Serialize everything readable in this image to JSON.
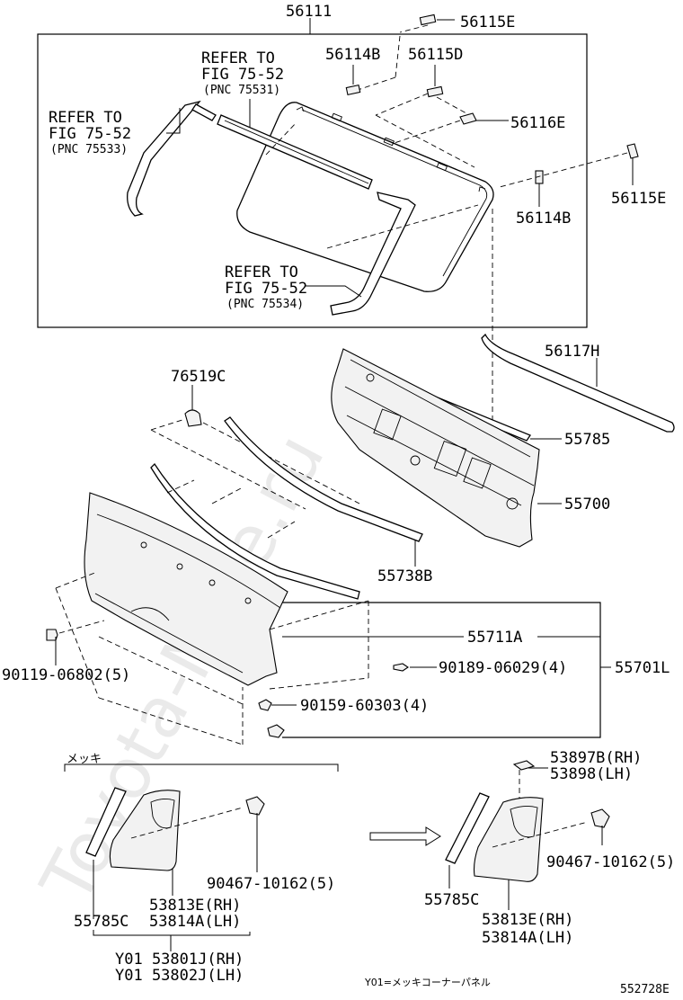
{
  "watermark": "Toyota-Mine.ru",
  "callouts": [
    {
      "id": "56111",
      "lines": [
        "56111"
      ]
    },
    {
      "id": "56115E_top",
      "lines": [
        "56115E"
      ]
    },
    {
      "id": "56114B_top",
      "lines": [
        "56114B"
      ]
    },
    {
      "id": "56115D",
      "lines": [
        "56115D"
      ]
    },
    {
      "id": "refer_75531",
      "lines": [
        "REFER TO",
        "FIG 75-52"
      ],
      "sub": "(PNC 75531)"
    },
    {
      "id": "refer_75533",
      "lines": [
        "REFER TO",
        "FIG 75-52"
      ],
      "sub": "(PNC 75533)"
    },
    {
      "id": "56116E",
      "lines": [
        "56116E"
      ]
    },
    {
      "id": "56115E_right",
      "lines": [
        "56115E"
      ]
    },
    {
      "id": "56114B_right",
      "lines": [
        "56114B"
      ]
    },
    {
      "id": "refer_75534",
      "lines": [
        "REFER TO",
        "FIG 75-52"
      ],
      "sub": "(PNC 75534)"
    },
    {
      "id": "56117H",
      "lines": [
        "56117H"
      ]
    },
    {
      "id": "76519C",
      "lines": [
        "76519C"
      ]
    },
    {
      "id": "55785",
      "lines": [
        "55785"
      ]
    },
    {
      "id": "55700",
      "lines": [
        "55700"
      ]
    },
    {
      "id": "55738B",
      "lines": [
        "55738B"
      ]
    },
    {
      "id": "55711A",
      "lines": [
        "55711A"
      ]
    },
    {
      "id": "55701L",
      "lines": [
        "55701L"
      ]
    },
    {
      "id": "90119",
      "lines": [
        "90119-06802(5)"
      ]
    },
    {
      "id": "90189",
      "lines": [
        "90189-06029(4)"
      ]
    },
    {
      "id": "90159",
      "lines": [
        "90159-60303(4)"
      ]
    },
    {
      "id": "mekki",
      "lines": [
        "メッキ"
      ]
    },
    {
      "id": "53897B",
      "lines": [
        "53897B(RH)",
        "53898(LH)"
      ]
    },
    {
      "id": "90467_left",
      "lines": [
        "90467-10162(5)"
      ]
    },
    {
      "id": "90467_right",
      "lines": [
        "90467-10162(5)"
      ]
    },
    {
      "id": "53813E_left",
      "lines": [
        "53813E(RH)",
        "53814A(LH)"
      ]
    },
    {
      "id": "55785C_left",
      "lines": [
        "55785C"
      ]
    },
    {
      "id": "55785C_right",
      "lines": [
        "55785C"
      ]
    },
    {
      "id": "53813E_right",
      "lines": [
        "53813E(RH)",
        "53814A(LH)"
      ]
    },
    {
      "id": "Y01",
      "lines": [
        "Y01 53801J(RH)",
        "Y01 53802J(LH)"
      ]
    }
  ],
  "footnote": "Y01=メッキコーナーパネル",
  "diagram_code": "552728E"
}
